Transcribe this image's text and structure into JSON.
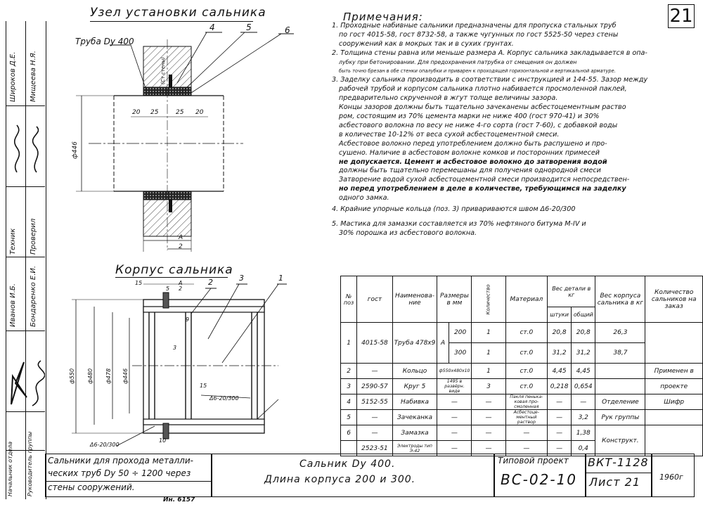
{
  "sheet_number": "21",
  "top_view": {
    "title": "Узел установки сальника",
    "pipe_label": "Труба Dу 400",
    "callouts": [
      "4",
      "5",
      "6"
    ],
    "dims": [
      "20",
      "25",
      "25",
      "20"
    ],
    "diameter": "ф446",
    "section_mark": "А",
    "section_dim": "2",
    "wall_text": "(Ст стены)"
  },
  "body_view": {
    "title": "Корпус сальника",
    "callouts": [
      "2",
      "3",
      "1"
    ],
    "dims_top": [
      "15",
      "5",
      "А",
      "2"
    ],
    "diameters": [
      "ф550",
      "ф480",
      "ф478",
      "ф446"
    ],
    "weld_label_right": "Δ6-20/300",
    "weld_label_left": "Δ6-20/300",
    "dim_15": "15",
    "dim_9": "9",
    "dim_3": "3",
    "dim_10": "10"
  },
  "notes": {
    "heading": "Примечания:",
    "lines": [
      "1. Проходные набивные сальники предназначены для пропуска стальных труб",
      "по гост 4015-58, гост 8732-58, а также чугунных по гост 5525-50 через стены",
      "сооружений как в мокрых так и в сухих грунтах.",
      "2. Толщина стены равна или меньше размера А. Корпус сальника закладывается в опа-",
      "лубку при бетонировании. Для предохранения патрубка от смещения он должен",
      "быть точно брезан в обе стенки опалубки и приварен к проходящей горизонтальной и вертикальной арматуре.",
      "3. Заделку сальника производить в соответствии с инструкцией и 144-55. Зазор между",
      "рабочей трубой и корпусом сальника плотно набивается просмоленной паклей,",
      "предварительно скрученной в жгут толще величины зазора.",
      "Концы зазоров должны быть тщательно зачеканены асбестоцементным раство",
      "ром, состоящим из 70% цемента марки не ниже 400 (гост 970-41) и 30%",
      "асбестового волокна по весу не ниже 4-го сорта (гост 7-60), с добавкой воды",
      "в количестве 10-12% от веса сухой асбестоцементной смеси.",
      "Асбестовое волокно перед употреблением должно быть распушено и про-",
      "сушено. Наличие в асбестовом волокне комков и посторонних примесей",
      "не допускается. Цемент и асбестовое волокно до затворения водой",
      "должны быть тщательно перемешаны для получения однородной смеси",
      "Затворение водой сухой асбестоцементной смеси производится непосредствен-",
      "но перед употреблением в деле в количестве, требующимся на заделку",
      "одного замка.",
      "4. Крайние упорные кольца (поз. 3) привариваются швом Δ6-20/300",
      "5. Мастика для замазки составляется из 70% нефтяного битума М-IV и",
      "30% порошка из асбестового волокна."
    ]
  },
  "spec_table": {
    "headers": {
      "pos": "№ поз",
      "gost": "гост",
      "name": "Наименова-ние",
      "dims": "Размеры в мм",
      "qty": "Количество",
      "material": "Материал",
      "weight_parts": "Вес детали в кг",
      "weight_unit": "штуки",
      "weight_total": "общий",
      "body_weight": "Вес корпуса сальника в кг",
      "order_qty": "Количество сальников на заказ"
    },
    "rows": [
      {
        "pos": "1",
        "gost": "4015-58",
        "name": "Труба 478х9",
        "dim_a": "А",
        "dim": "200",
        "qty": "1",
        "mat": "ст.0",
        "w1": "20,8",
        "w2": "20,8",
        "body": "26,3"
      },
      {
        "pos": "",
        "gost": "",
        "name": "",
        "dim_a": "",
        "dim": "300",
        "qty": "1",
        "mat": "ст.0",
        "w1": "31,2",
        "w2": "31,2",
        "body": "38,7"
      },
      {
        "pos": "2",
        "gost": "—",
        "name": "Кольцо",
        "dim_a": "ф550х480х10",
        "dim": "",
        "qty": "1",
        "mat": "ст.0",
        "w1": "4,45",
        "w2": "4,45",
        "body": ""
      },
      {
        "pos": "3",
        "gost": "2590-57",
        "name": "Круг 5",
        "dim_a": "1495 в развёрн. виде",
        "dim": "",
        "qty": "3",
        "mat": "ст.0",
        "w1": "0,218",
        "w2": "0,654",
        "body": ""
      },
      {
        "pos": "4",
        "gost": "5152-55",
        "name": "Набивка",
        "dim_a": "—",
        "dim": "",
        "qty": "—",
        "mat": "Пакля пенька-ковая про-смоленная",
        "w1": "—",
        "w2": "—",
        "body": ""
      },
      {
        "pos": "5",
        "gost": "—",
        "name": "Зачеканка",
        "dim_a": "—",
        "dim": "",
        "qty": "—",
        "mat": "Асбестоце-ментный раствор",
        "w1": "—",
        "w2": "3,2",
        "body": ""
      },
      {
        "pos": "6",
        "gost": "—",
        "name": "Замазка",
        "dim_a": "—",
        "dim": "",
        "qty": "—",
        "mat": "—",
        "w1": "—",
        "w2": "1,38",
        "body": ""
      },
      {
        "pos": "",
        "gost": "2523-51",
        "name": "Электроды тип Э-42",
        "dim_a": "—",
        "dim": "",
        "qty": "—",
        "mat": "—",
        "w1": "—",
        "w2": "0,4",
        "body": ""
      }
    ],
    "applied_1": "Применен в",
    "applied_2": "проекте",
    "dept": "Отделение",
    "cipher": "Шифр",
    "group_head": "Рук группы",
    "designer": "Конструкт."
  },
  "title_block": {
    "desc_1": "Сальники для прохода металли-",
    "desc_2": "ческих труб Dу 50 ÷ 1200 через",
    "desc_3": "стены сооружений.",
    "main_1": "Сальник Dу 400.",
    "main_2": "Длина корпуса 200 и 300.",
    "typical": "Типовой проект",
    "project_code": "ВС-02-10",
    "series": "ВКТ-1128",
    "sheet": "Лист 21",
    "year": "1960г",
    "inventory": "Ин. 6157"
  },
  "left_strip": [
    "Широков Д.Е.",
    "Мищеева Н.Я.",
    "Техник",
    "Проверил",
    "Иванов И.Б.",
    "Бондаренко Е.И.",
    "Начальник отдела",
    "Руководитель группы"
  ]
}
